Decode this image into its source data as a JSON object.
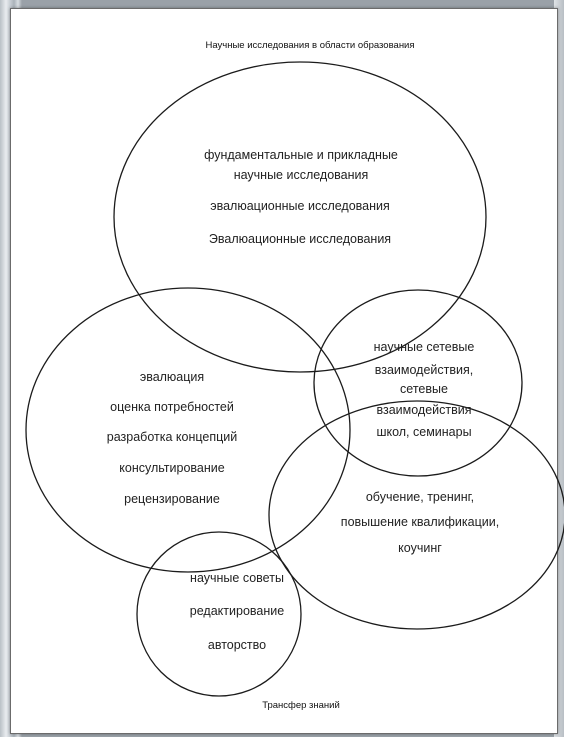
{
  "diagram": {
    "title": "Научные исследования в области образования",
    "footer": "Трансфер знаний",
    "circles": [
      {
        "id": "research",
        "lines": [
          "фундаментальные и прикладные",
          "научные исследования",
          "эвалюационные исследования",
          "Эвалюационные исследования"
        ]
      },
      {
        "id": "evaluation",
        "lines": [
          "эвалюация",
          "оценка потребностей",
          "разработка концепций",
          "консультирование",
          "рецензирование"
        ]
      },
      {
        "id": "networks",
        "lines": [
          "научные сетевые",
          "взаимодействия,",
          "сетевые",
          "взаимодействия",
          "школ, семинары"
        ]
      },
      {
        "id": "training",
        "lines": [
          "обучение, тренинг,",
          "повышение квалификации,",
          "коучинг"
        ]
      },
      {
        "id": "advisory",
        "lines": [
          "научные советы",
          "редактирование",
          "авторство"
        ]
      }
    ]
  }
}
